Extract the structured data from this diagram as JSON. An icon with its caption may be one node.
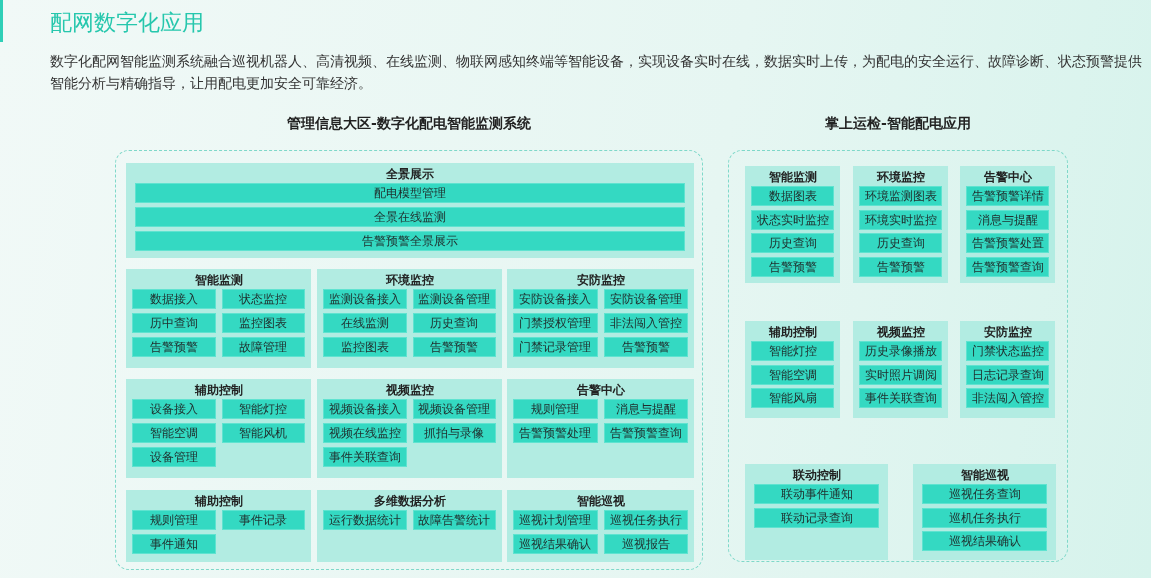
{
  "diagram": {
    "title": "配网数字化应用",
    "nodes": [
      {
        "text": [
          "管理信息大区-数字化配电智能监测系统"
        ]
      },
      {
        "text": [
          "全景展示"
        ],
        "in": 0
      },
      {
        "text": [
          "配电模型管理"
        ],
        "in": 1
      },
      {
        "text": [
          "全景在线监测"
        ],
        "in": 1
      },
      {
        "text": [
          "告警预警全景展示"
        ],
        "in": 1
      },
      {
        "text": [
          "智能监测"
        ],
        "in": 0
      },
      {
        "text": [
          "数据接入"
        ],
        "in": 5
      },
      {
        "text": [
          "状态监控"
        ],
        "in": 5
      },
      {
        "text": [
          "历中查询"
        ],
        "in": 5
      },
      {
        "text": [
          "监控图表"
        ],
        "in": 5
      },
      {
        "text": [
          "告警预警"
        ],
        "in": 5
      },
      {
        "text": [
          "故障管理"
        ],
        "in": 5
      },
      {
        "text": [
          "环境监控"
        ],
        "in": 0
      },
      {
        "text": [
          "监测设备接入"
        ],
        "in": 12
      },
      {
        "text": [
          "监测设备管理"
        ],
        "in": 12
      },
      {
        "text": [
          "在线监测"
        ],
        "in": 12
      },
      {
        "text": [
          "历史查询"
        ],
        "in": 12
      },
      {
        "text": [
          "监控图表"
        ],
        "in": 12
      },
      {
        "text": [
          "告警预警"
        ],
        "in": 12
      },
      {
        "text": [
          "安防监控"
        ],
        "in": 0
      },
      {
        "text": [
          "安防设备接入"
        ],
        "in": 19
      },
      {
        "text": [
          "安防设备管理"
        ],
        "in": 19
      },
      {
        "text": [
          "门禁授权管理"
        ],
        "in": 19
      },
      {
        "text": [
          "非法闯入管控"
        ],
        "in": 19
      },
      {
        "text": [
          "门禁记录管理"
        ],
        "in": 19
      },
      {
        "text": [
          "告警预警"
        ],
        "in": 19
      },
      {
        "text": [
          "辅助控制"
        ],
        "in": 0
      },
      {
        "text": [
          "设备接入"
        ],
        "in": 26
      },
      {
        "text": [
          "智能灯控"
        ],
        "in": 26
      },
      {
        "text": [
          "智能空调"
        ],
        "in": 26
      },
      {
        "text": [
          "智能风机"
        ],
        "in": 26
      },
      {
        "text": [
          "设备管理"
        ],
        "in": 26
      },
      {
        "text": [
          "视频监控"
        ],
        "in": 0
      },
      {
        "text": [
          "视频设备接入"
        ],
        "in": 32
      },
      {
        "text": [
          "视频设备管理"
        ],
        "in": 32
      },
      {
        "text": [
          "视频在线监控"
        ],
        "in": 32
      },
      {
        "text": [
          "抓拍与录像"
        ],
        "in": 32
      },
      {
        "text": [
          "事件关联查询"
        ],
        "in": 32
      },
      {
        "text": [
          "告警中心"
        ],
        "in": 0
      },
      {
        "text": [
          "规则管理"
        ],
        "in": 38
      },
      {
        "text": [
          "消息与提醒"
        ],
        "in": 38
      },
      {
        "text": [
          "告警预警处理"
        ],
        "in": 38
      },
      {
        "text": [
          "告警预警查询"
        ],
        "in": 38
      },
      {
        "text": [
          "辅助控制"
        ],
        "in": 0
      },
      {
        "text": [
          "规则管理"
        ],
        "in": 43
      },
      {
        "text": [
          "事件记录"
        ],
        "in": 43
      },
      {
        "text": [
          "事件通知"
        ],
        "in": 43
      },
      {
        "text": [
          "多维数据分析"
        ],
        "in": 0
      },
      {
        "text": [
          "运行数据统计"
        ],
        "in": 47
      },
      {
        "text": [
          "故障告警统计"
        ],
        "in": 47
      },
      {
        "text": [
          "智能巡视"
        ],
        "in": 0
      },
      {
        "text": [
          "巡视计划管理"
        ],
        "in": 50
      },
      {
        "text": [
          "巡视任务执行"
        ],
        "in": 50
      },
      {
        "text": [
          "巡视结果确认"
        ],
        "in": 50
      },
      {
        "text": [
          "巡视报告"
        ],
        "in": 50
      },
      {
        "text": [
          "掌上运检-智能配电应用"
        ]
      },
      {
        "text": [
          "智能监测"
        ],
        "in": 55
      },
      {
        "text": [
          "数据图表"
        ],
        "in": 56
      },
      {
        "text": [
          "状态实时监控"
        ],
        "in": 56
      },
      {
        "text": [
          "历史查询"
        ],
        "in": 56
      },
      {
        "text": [
          "告警预警"
        ],
        "in": 56
      },
      {
        "text": [
          "环境监控"
        ],
        "in": 55
      },
      {
        "text": [
          "环境监测图表"
        ],
        "in": 61
      },
      {
        "text": [
          "环境实时监控"
        ],
        "in": 61
      },
      {
        "text": [
          "历史查询"
        ],
        "in": 61
      },
      {
        "text": [
          "告警预警"
        ],
        "in": 61
      },
      {
        "text": [
          "告警中心"
        ],
        "in": 55
      },
      {
        "text": [
          "告警预警详情"
        ],
        "in": 66
      },
      {
        "text": [
          "消息与提醒"
        ],
        "in": 66
      },
      {
        "text": [
          "告警预警处置"
        ],
        "in": 66
      },
      {
        "text": [
          "告警预警查询"
        ],
        "in": 66
      },
      {
        "text": [
          "辅助控制"
        ],
        "in": 55
      },
      {
        "text": [
          "智能灯控"
        ],
        "in": 71
      },
      {
        "text": [
          "智能空调"
        ],
        "in": 71
      },
      {
        "text": [
          "智能风扇"
        ],
        "in": 71
      },
      {
        "text": [
          "视频监控"
        ],
        "in": 55
      },
      {
        "text": [
          "历史录像播放"
        ],
        "in": 75
      },
      {
        "text": [
          "实时照片调阅"
        ],
        "in": 75
      },
      {
        "text": [
          "事件关联查询"
        ],
        "in": 75
      },
      {
        "text": [
          "安防监控"
        ],
        "in": 55
      },
      {
        "text": [
          "门禁状态监控"
        ],
        "in": 79
      },
      {
        "text": [
          "日志记录查询"
        ],
        "in": 79
      },
      {
        "text": [
          "非法闯入管控"
        ],
        "in": 79
      },
      {
        "text": [
          "联动控制"
        ],
        "in": 55
      },
      {
        "text": [
          "联动事件通知"
        ],
        "in": 83
      },
      {
        "text": [
          "联动记录查询"
        ],
        "in": 83
      },
      {
        "text": [
          "智能巡视"
        ],
        "in": 55
      },
      {
        "text": [
          "巡视任务查询"
        ],
        "in": 86
      },
      {
        "text": [
          "巡机任务执行"
        ],
        "in": 86
      },
      {
        "text": [
          "巡视结果确认"
        ],
        "in": 86
      }
    ],
    "labels": [
      "数字化配网智能监测系统融合巡视机器人、高清视频、在线监测、物联网感知终端等智能设备，实现设备实时在线，数据实时上传，为配电的安全运行、故障诊断、状态预警提供智能分析与精确指导，让用配电更加安全可靠经济。"
    ]
  }
}
